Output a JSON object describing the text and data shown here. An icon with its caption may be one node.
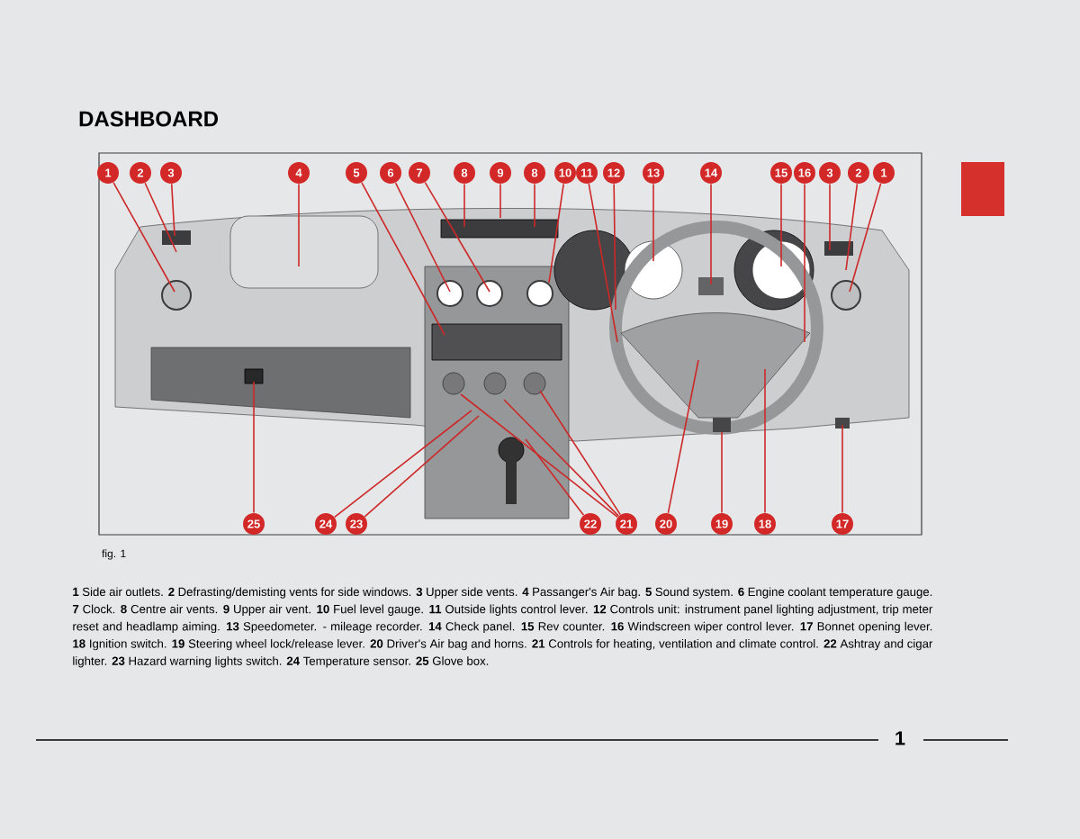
{
  "diagram": {
    "title": "DASHBOARD",
    "caption": "fig. 1",
    "nodes": [
      {
        "text": [
          "1"
        ]
      },
      {
        "text": [
          "2"
        ]
      },
      {
        "text": [
          "3"
        ]
      },
      {
        "text": [
          "4"
        ]
      },
      {
        "text": [
          "5"
        ]
      },
      {
        "text": [
          "6"
        ]
      },
      {
        "text": [
          "7"
        ]
      },
      {
        "text": [
          "8"
        ]
      },
      {
        "text": [
          "9"
        ]
      },
      {
        "text": [
          "8"
        ]
      },
      {
        "text": [
          "10"
        ]
      },
      {
        "text": [
          "11"
        ]
      },
      {
        "text": [
          "12"
        ]
      },
      {
        "text": [
          "13"
        ]
      },
      {
        "text": [
          "14"
        ]
      },
      {
        "text": [
          "15"
        ]
      },
      {
        "text": [
          "16"
        ]
      },
      {
        "text": [
          "3"
        ]
      },
      {
        "text": [
          "2"
        ]
      },
      {
        "text": [
          "1"
        ]
      },
      {
        "text": [
          "25"
        ]
      },
      {
        "text": [
          "24"
        ]
      },
      {
        "text": [
          "23"
        ]
      },
      {
        "text": [
          "22"
        ]
      },
      {
        "text": [
          "21"
        ]
      },
      {
        "text": [
          "20"
        ]
      },
      {
        "text": [
          "19"
        ]
      },
      {
        "text": [
          "18"
        ]
      },
      {
        "text": [
          "17"
        ]
      }
    ],
    "edges": [
      {
        "from": 0,
        "to": null,
        "arrow": "none"
      },
      {
        "from": 1,
        "to": null,
        "arrow": "none"
      },
      {
        "from": 2,
        "to": null,
        "arrow": "none"
      },
      {
        "from": 3,
        "to": null,
        "arrow": "none"
      },
      {
        "from": 4,
        "to": null,
        "arrow": "none"
      },
      {
        "from": 5,
        "to": null,
        "arrow": "none"
      },
      {
        "from": 6,
        "to": null,
        "arrow": "none"
      },
      {
        "from": 7,
        "to": null,
        "arrow": "none"
      },
      {
        "from": 8,
        "to": null,
        "arrow": "none"
      },
      {
        "from": 9,
        "to": null,
        "arrow": "none"
      },
      {
        "from": 10,
        "to": null,
        "arrow": "none"
      },
      {
        "from": 11,
        "to": null,
        "arrow": "none"
      },
      {
        "from": 12,
        "to": null,
        "arrow": "none"
      },
      {
        "from": 13,
        "to": null,
        "arrow": "none"
      },
      {
        "from": 14,
        "to": null,
        "arrow": "none"
      },
      {
        "from": 15,
        "to": null,
        "arrow": "none"
      },
      {
        "from": 16,
        "to": null,
        "arrow": "none"
      },
      {
        "from": 17,
        "to": null,
        "arrow": "none"
      },
      {
        "from": 18,
        "to": null,
        "arrow": "none"
      },
      {
        "from": 19,
        "to": null,
        "arrow": "none"
      },
      {
        "from": 20,
        "to": null,
        "arrow": "none"
      },
      {
        "from": 21,
        "to": null,
        "arrow": "none"
      },
      {
        "from": 22,
        "to": null,
        "arrow": "none"
      },
      {
        "from": 23,
        "to": null,
        "arrow": "none"
      },
      {
        "from": 24,
        "to": null,
        "arrow": "none"
      },
      {
        "from": 24,
        "to": null,
        "arrow": "none"
      },
      {
        "from": 24,
        "to": null,
        "arrow": "none"
      },
      {
        "from": 25,
        "to": null,
        "arrow": "none"
      },
      {
        "from": 26,
        "to": null,
        "arrow": "none"
      },
      {
        "from": 27,
        "to": null,
        "arrow": "none"
      },
      {
        "from": 28,
        "to": null,
        "arrow": "none"
      }
    ],
    "labels": [
      "**1** Side air outlets. **2** Defrasting/demisting vents for side windows. **3** Upper side vents. **4** Passanger's Air bag. **5** Sound system. **6** Engine coolant temperature gauge. **7** Clock. **8** Centre air vents. **9** Upper air vent. **10** Fuel level gauge. **11** Outside lights control lever. **12** Controls unit: instrument panel lighting adjustment, trip meter reset and headlamp aiming. **13** Speedometer. - mileage recorder. **14** Check panel. **15** Rev counter. **16** Windscreen wiper control lever. **17** Bonnet opening lever. **18** Ignition switch. **19** Steering wheel lock/release lever. **20** Driver's Air bag and horns. **21** Controls for heating, ventilation and climate control. **22** Ashtray and cigar lighter. **23** Hazard warning lights switch. **24** Temperature sensor. **25** Glove box.",
      "1"
    ]
  }
}
